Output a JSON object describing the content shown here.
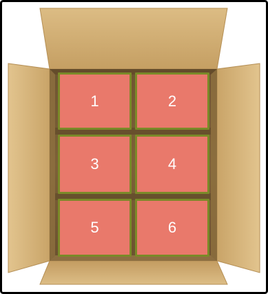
{
  "scene": {
    "description_icon": "open-cardboard-box-icon",
    "colors": {
      "frame_border": "#000000",
      "cardboard": "#c9a46a",
      "cardboard_dark": "#8a6a3a",
      "cardboard_shadow": "#6f5530",
      "slot_fill": "#e9796b",
      "slot_border": "#7a8a28"
    }
  },
  "slots": [
    {
      "label": "1"
    },
    {
      "label": "2"
    },
    {
      "label": "3"
    },
    {
      "label": "4"
    },
    {
      "label": "5"
    },
    {
      "label": "6"
    }
  ]
}
